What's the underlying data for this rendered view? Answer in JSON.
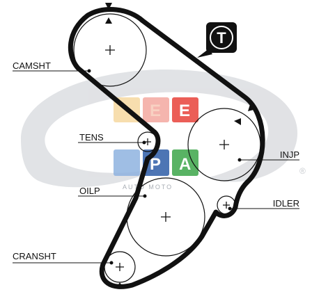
{
  "labels": {
    "camshaft": "CAMSHT",
    "tensioner": "TENS",
    "oil_pump": "OILP",
    "crankshaft": "CRANSHT",
    "injection_pump": "INJP",
    "idler": "IDLER"
  },
  "tension_badge": "T",
  "watermark": {
    "tiles": [
      "E",
      "E",
      "P",
      "A"
    ],
    "tagline": "AUTO MOTO",
    "registered_mark": "®",
    "colors": [
      "#f4c7b8",
      "#e8433a",
      "#2f5da8",
      "#3da64a"
    ]
  }
}
